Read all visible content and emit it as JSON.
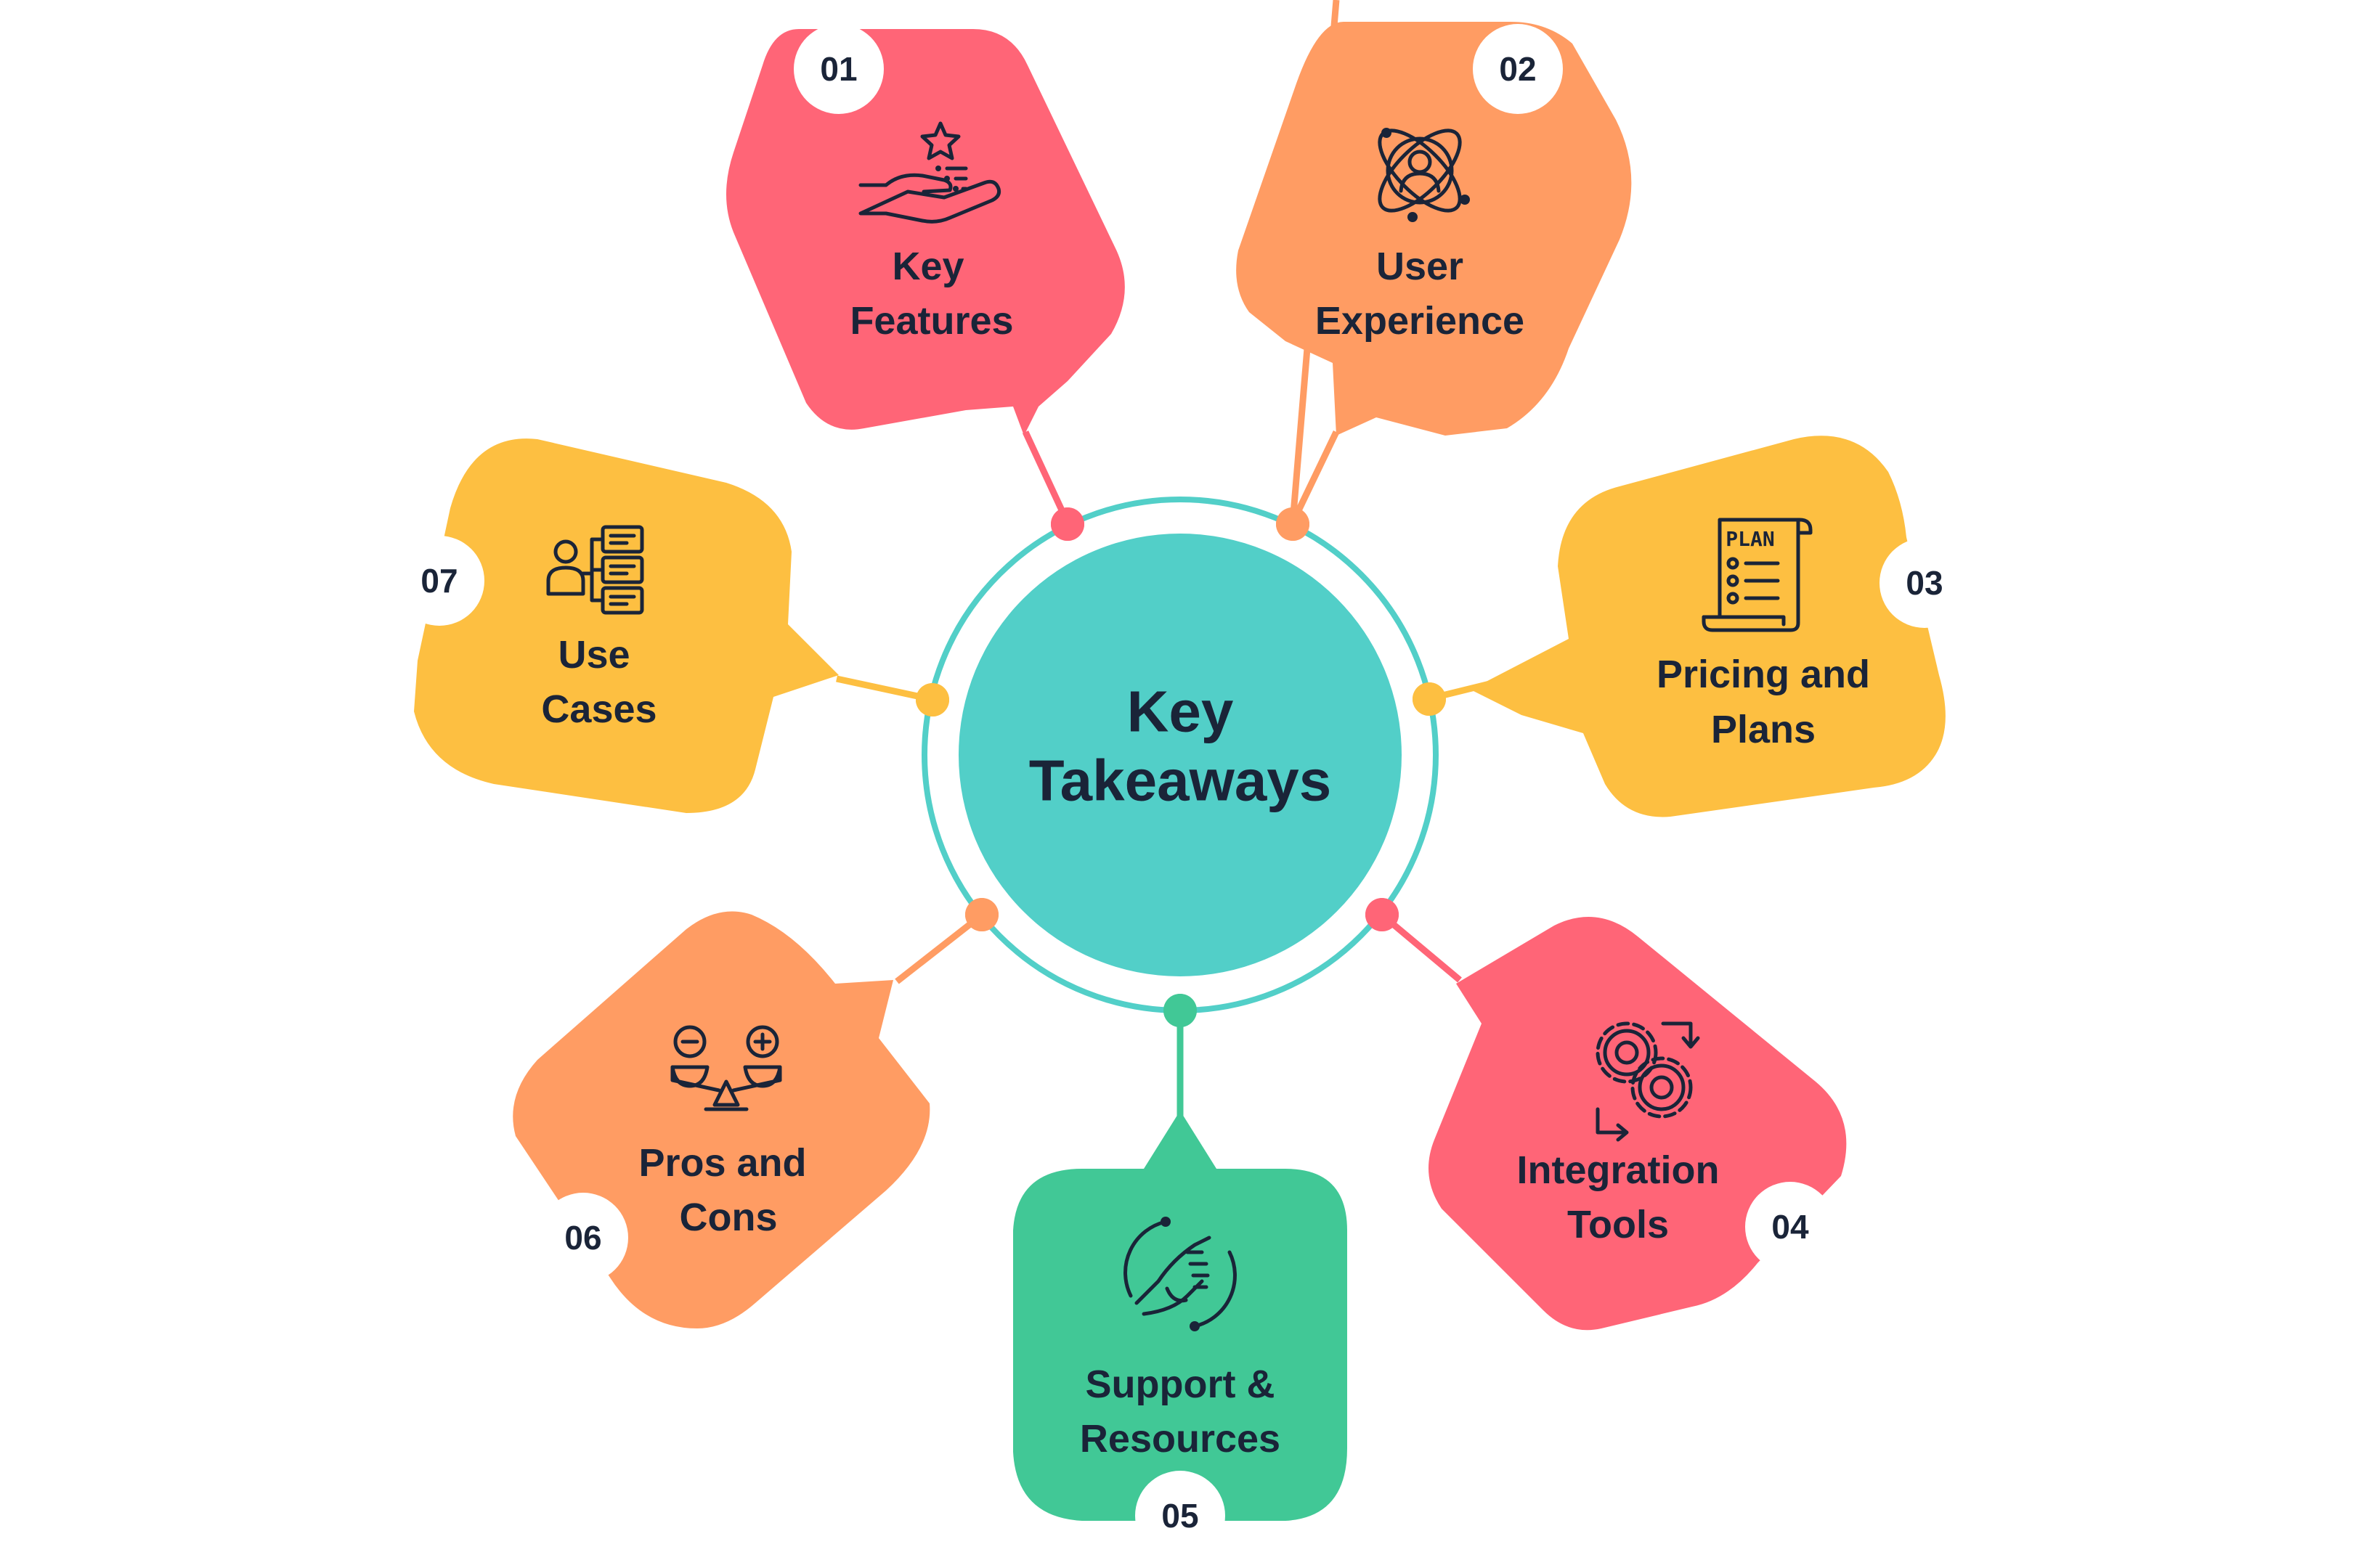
{
  "center": {
    "line1": "Key",
    "line2": "Takeaways",
    "color": "#52CFC8"
  },
  "colors": {
    "pink": "#FF6577",
    "orange": "#FF9C63",
    "yellow": "#FDBF41",
    "green": "#41C896",
    "teal": "#52CFC8",
    "text": "#1A2438"
  },
  "nodes": [
    {
      "number": "01",
      "line1": "Key",
      "line2": "Features",
      "icon": "hand-star-list-icon",
      "color": "#FF6577"
    },
    {
      "number": "02",
      "line1": "User",
      "line2": "Experience",
      "icon": "atom-user-icon",
      "color": "#FF9C63"
    },
    {
      "number": "03",
      "line1": "Pricing and",
      "line2": "Plans",
      "icon": "plan-document-icon",
      "plan_text": "PLAN",
      "color": "#FDBF41"
    },
    {
      "number": "04",
      "line1": "Integration",
      "line2": "Tools",
      "icon": "gears-icon",
      "color": "#FF6577"
    },
    {
      "number": "05",
      "line1": "Support &",
      "line2": "Resources",
      "icon": "handshake-icon",
      "color": "#41C896"
    },
    {
      "number": "06",
      "line1": "Pros and",
      "line2": "Cons",
      "icon": "balance-scale-icon",
      "color": "#FF9C63"
    },
    {
      "number": "07",
      "line1": "Use",
      "line2": "Cases",
      "icon": "user-cases-icon",
      "color": "#FDBF41"
    }
  ]
}
